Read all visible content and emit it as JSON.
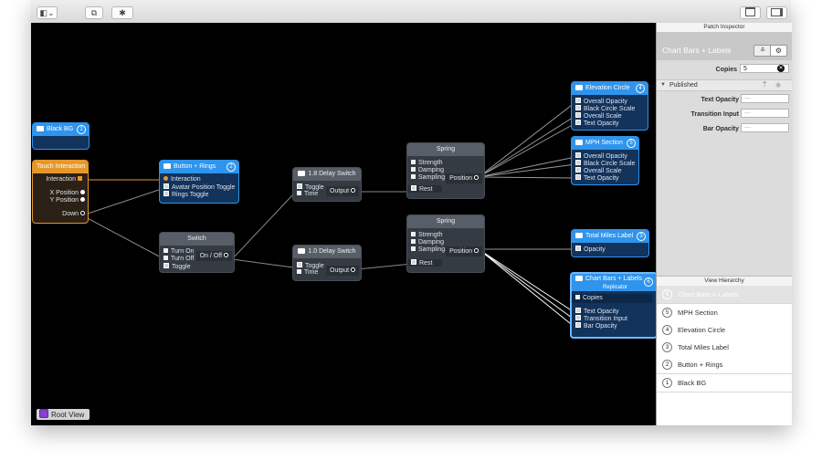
{
  "toolbar": {
    "layer_btn": "◧⌄",
    "duplicate_btn": "⧉",
    "settings_btn": "✱"
  },
  "nodes": {
    "black_bg": {
      "title": "Black BG",
      "badge": "1"
    },
    "touch": {
      "title": "Touch Interaction",
      "interaction": "Interaction",
      "xpos": "X Position",
      "ypos": "Y Position",
      "down": "Down"
    },
    "button_rings": {
      "title": "Button + Rings",
      "badge": "2",
      "p1": "Interaction",
      "p2": "Avatar Position Toggle",
      "p3": "Rings Toggle"
    },
    "switch": {
      "title": "Switch",
      "p1": "Turn On",
      "p2": "Turn Off",
      "p3": "Toggle",
      "out": "On / Off"
    },
    "delay18": {
      "title": "1.8 Delay Switch",
      "p1": "Toggle",
      "p2": "Time",
      "out": "Output"
    },
    "delay10": {
      "title": "1.0 Delay Switch",
      "p1": "Toggle",
      "p2": "Time",
      "out": "Output"
    },
    "spring1": {
      "title": "Spring",
      "p1": "Strength",
      "p2": "Damping",
      "p3": "Sampling",
      "p4": "Rest",
      "out": "Position"
    },
    "spring2": {
      "title": "Spring",
      "p1": "Strength",
      "p2": "Damping",
      "p3": "Sampling",
      "p4": "Rest",
      "out": "Position"
    },
    "elevation": {
      "title": "Elevation Circle",
      "badge": "4",
      "p1": "Overall Opacity",
      "p2": "Black Circle Scale",
      "p3": "Overall Scale",
      "p4": "Text Opacity"
    },
    "mph": {
      "title": "MPH Section",
      "badge": "5",
      "p1": "Overall Opacity",
      "p2": "Black Circle Scale",
      "p3": "Overall Scale",
      "p4": "Text Opacity"
    },
    "total_miles": {
      "title": "Total Miles Label",
      "badge": "3",
      "p1": "Opacity"
    },
    "chart_bars": {
      "title": "Chart Bars + Labels",
      "subtitle": "Replicator",
      "badge": "6",
      "p1": "Copies",
      "p2": "Text Opacity",
      "p3": "Transition Input",
      "p4": "Bar Opacity"
    }
  },
  "root_view": "Root View",
  "inspector": {
    "title": "Patch Inspector",
    "patch_name": "Chart Bars + Labels",
    "copies_label": "Copies",
    "copies_value": "5",
    "published_label": "Published",
    "fields": [
      {
        "label": "Text Opacity",
        "value": "---"
      },
      {
        "label": "Transition Input",
        "value": "---"
      },
      {
        "label": "Bar Opacity",
        "value": "---"
      }
    ],
    "view_hierarchy_title": "View Hierarchy",
    "hierarchy": [
      {
        "num": "6",
        "label": "Chart Bars + Labels"
      },
      {
        "num": "5",
        "label": "MPH Section"
      },
      {
        "num": "4",
        "label": "Elevation Circle"
      },
      {
        "num": "3",
        "label": "Total Miles Label"
      },
      {
        "num": "2",
        "label": "Button + Rings"
      },
      {
        "num": "1",
        "label": "Black BG"
      }
    ]
  },
  "colors": {
    "patch_blue": "#2f94ec",
    "touch_orange": "#e5972c",
    "canvas": "#000000",
    "root_purple": "#8a3fd1"
  }
}
